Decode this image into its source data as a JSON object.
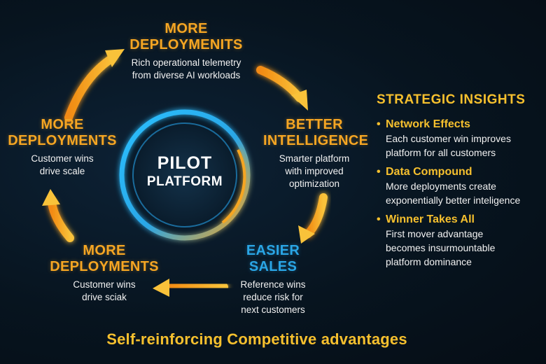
{
  "center": {
    "line1": "PILOT",
    "line2": "PLATFORM"
  },
  "nodes": {
    "top": {
      "title_line1": "MORE",
      "title_line2": "DEPLOYMENITS",
      "desc_line1": "Rich operational telemetry",
      "desc_line2": "from diverse AI workloads"
    },
    "right": {
      "title_line1": "BETTER",
      "title_line2": "INTELLIGENCE",
      "desc_line1": "Smarter platform",
      "desc_line2": "with improved",
      "desc_line3": "optimization"
    },
    "bottom_right": {
      "title_line1": "EASIER",
      "title_line2": "SALES",
      "desc_line1": "Reference wins",
      "desc_line2": "reduce risk for",
      "desc_line3": "next customers"
    },
    "bottom_left": {
      "title_line1": "MORE",
      "title_line2": "DEPLOYMENTS",
      "desc_line1": "Customer wins",
      "desc_line2": "drive sciak"
    },
    "left": {
      "title_line1": "MORE",
      "title_line2": "DEPLOYMENTS",
      "desc_line1": "Customer wins",
      "desc_line2": "drive scale"
    }
  },
  "insights": {
    "heading": "STRATEGIC INSIGHTS",
    "bullet": "•",
    "items": [
      {
        "title": "Network Effects",
        "desc_line1": "Each customer win improves",
        "desc_line2": "platform for all customers"
      },
      {
        "title": "Data Compound",
        "desc_line1": "More deployments create",
        "desc_line2": "exponentially better inteligence"
      },
      {
        "title": "Winner Takes All",
        "desc_line1": "First mover advantage",
        "desc_line2": "becomes insurmountable",
        "desc_line3": "platform dominance"
      }
    ]
  },
  "footer": "Self-reinforcing Competitive advantages",
  "colors": {
    "accent_orange": "#f6a623",
    "accent_yellow": "#f6c02e",
    "accent_blue": "#2aa6e6",
    "background": "#07141f"
  }
}
